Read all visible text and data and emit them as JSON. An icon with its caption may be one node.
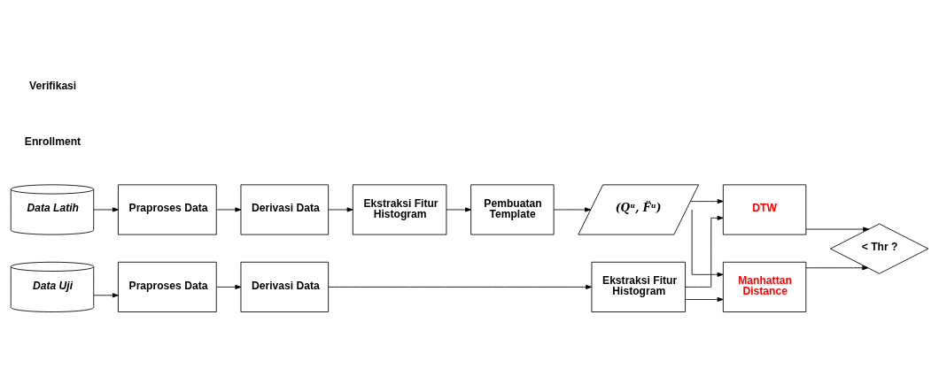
{
  "diagram": {
    "nodes": [
      {
        "text": [
          "Data Latih"
        ]
      },
      {
        "text": [
          "Praproses Data"
        ]
      },
      {
        "text": [
          "Derivasi Data"
        ]
      },
      {
        "text": [
          "Ekstraksi Fitur Histogram"
        ]
      },
      {
        "text": [
          "Pembuatan Template"
        ]
      },
      {
        "text": [
          "(Qᵘ, F̈ᵘ)"
        ]
      },
      {
        "text": [
          "Data Uji"
        ]
      },
      {
        "text": [
          "Praproses Data"
        ]
      },
      {
        "text": [
          "Derivasi Data"
        ]
      },
      {
        "text": [
          "Ekstraksi Fitur Histogram"
        ]
      },
      {
        "text": [
          "DTW"
        ]
      },
      {
        "text": [
          "Manhattan Distance"
        ]
      },
      {
        "text": [
          "< Thr ?"
        ]
      }
    ],
    "edges": [
      {
        "from": 0,
        "to": 1,
        "arrow": "to"
      },
      {
        "from": 1,
        "to": 2,
        "arrow": "to"
      },
      {
        "from": 2,
        "to": 3,
        "arrow": "to"
      },
      {
        "from": 3,
        "to": 4,
        "arrow": "to"
      },
      {
        "from": 4,
        "to": 5,
        "arrow": "to"
      },
      {
        "from": 6,
        "to": 7,
        "arrow": "to"
      },
      {
        "from": 7,
        "to": 8,
        "arrow": "to"
      },
      {
        "from": 8,
        "to": 9,
        "arrow": "to"
      },
      {
        "from": 5,
        "to": 10,
        "arrow": "to"
      },
      {
        "from": 5,
        "to": 11,
        "arrow": "to"
      },
      {
        "from": 9,
        "to": 10,
        "arrow": "to"
      },
      {
        "from": 9,
        "to": 11,
        "arrow": "to"
      },
      {
        "from": 10,
        "to": 12,
        "arrow": "to"
      },
      {
        "from": 11,
        "to": 12,
        "arrow": "to"
      }
    ],
    "labels": [
      "Enrollment",
      "Verifikasi"
    ]
  }
}
